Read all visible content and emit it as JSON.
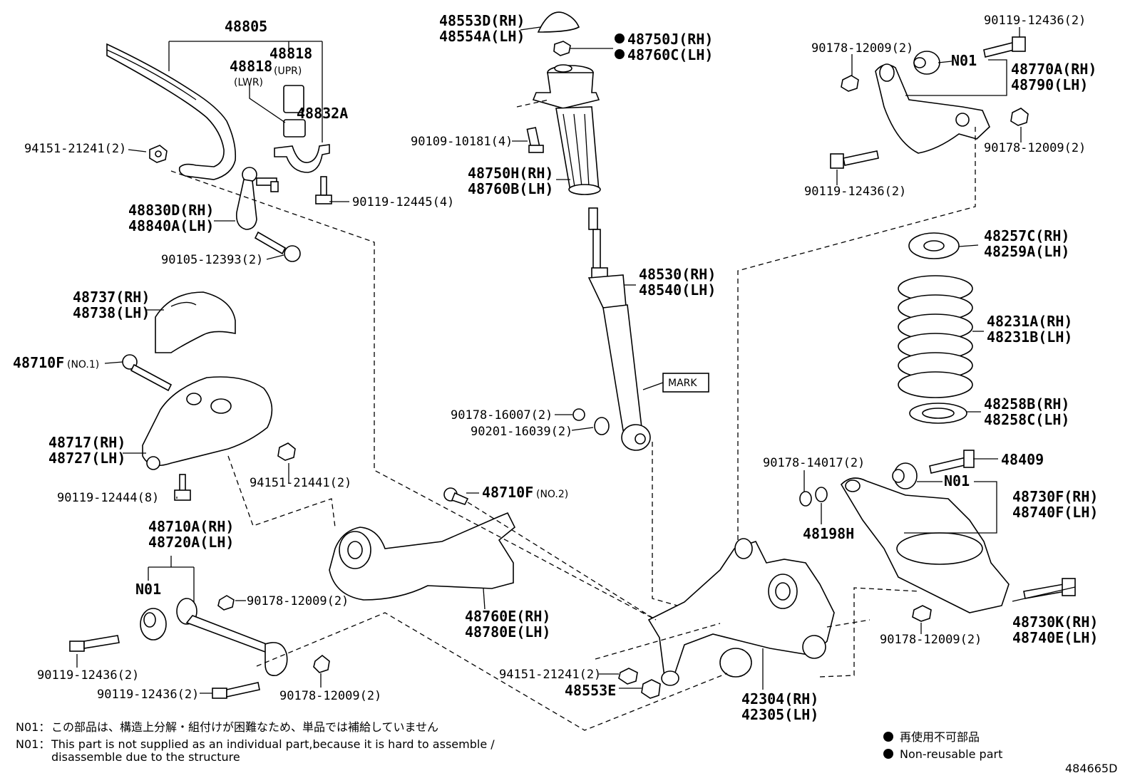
{
  "labels": {
    "p48805": "48805",
    "p48818": "48818",
    "p48818lwr": "48818",
    "upr": "(UPR)",
    "lwr": "(LWR)",
    "p48832A": "48832A",
    "p94151_21241_a": "94151-21241(2)",
    "p90119_12445": "90119-12445(4)",
    "p48830D": "48830D(RH)",
    "p48840A": "48840A(LH)",
    "p90105_12393": "90105-12393(2)",
    "p48737": "48737(RH)",
    "p48738": "48738(LH)",
    "p48710F": "48710F",
    "no1": "(NO.1)",
    "p48717": "48717(RH)",
    "p48727": "48727(LH)",
    "p94151_21441": "94151-21441(2)",
    "p90119_12444": "90119-12444(8)",
    "p48710A": "48710A(RH)",
    "p48720A": "48720A(LH)",
    "n01_a": "N01",
    "p90178_12009_a": "90178-12009(2)",
    "p90119_12436_a": "90119-12436(2)",
    "p90119_12436_b": "90119-12436(2)",
    "p90178_12009_b": "90178-12009(2)",
    "p48553D": "48553D(RH)",
    "p48554A": "48554A(LH)",
    "p48750J": "48750J(RH)",
    "p48760C": "48760C(LH)",
    "p90109_10181": "90109-10181(4)",
    "p48750H": "48750H(RH)",
    "p48760B": "48760B(LH)",
    "p48530": "48530(RH)",
    "p48540": "48540(LH)",
    "mark": "MARK",
    "p90178_16007": "90178-16007(2)",
    "p90201_16039": "90201-16039(2)",
    "p48710F2": "48710F",
    "no2": "(NO.2)",
    "p48760E": "48760E(RH)",
    "p48780E": "48780E(LH)",
    "p94151_21241_b": "94151-21241(2)",
    "p48553E": "48553E",
    "p42304": "42304(RH)",
    "p42305": "42305(LH)",
    "p90119_12436_c": "90119-12436(2)",
    "p90178_12009_c": "90178-12009(2)",
    "n01_b": "N01",
    "p48770A": "48770A(RH)",
    "p48790": "48790(LH)",
    "p90178_12009_d": "90178-12009(2)",
    "p90119_12436_d": "90119-12436(2)",
    "p48257C": "48257C(RH)",
    "p48259A": "48259A(LH)",
    "p48231A": "48231A(RH)",
    "p48231B": "48231B(LH)",
    "p48258B": "48258B(RH)",
    "p48258C": "48258C(LH)",
    "p90178_14017": "90178-14017(2)",
    "p48409": "48409",
    "n01_c": "N01",
    "p48198H": "48198H",
    "p48730F": "48730F(RH)",
    "p48740F": "48740F(LH)",
    "p48730K": "48730K(RH)",
    "p48740E": "48740E(LH)",
    "p90178_12009_e": "90178-12009(2)"
  },
  "notes": {
    "n01_prefix_jp": "N01：",
    "n01_jp": "この部品は、構造上分解・組付けが困難なため、単品では補給していません",
    "n01_prefix_en": "N01：",
    "n01_en_line1": "This part is not supplied as an individual part,because it is hard to assemble /",
    "n01_en_line2": "disassemble due to the structure"
  },
  "legend": {
    "jp": "再使用不可部品",
    "en": "Non-reusable part"
  },
  "diagram_id": "484665D"
}
